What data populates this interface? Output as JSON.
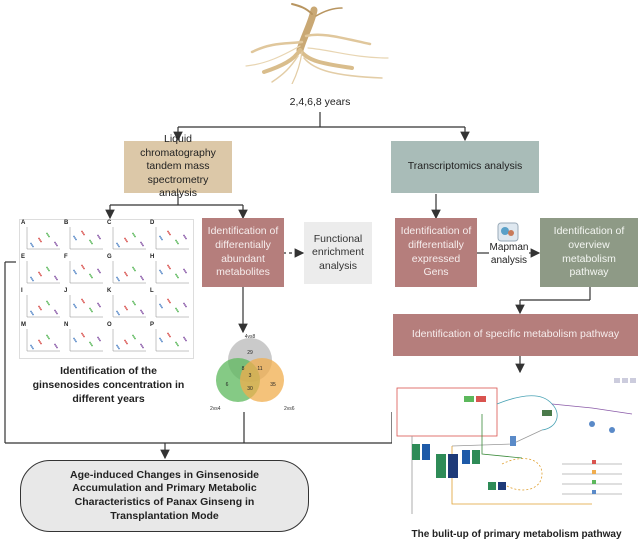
{
  "years_label": "2,4,6,8 years",
  "lcms_label": "Liquid chromatography tandem mass spectrometry analysis",
  "transcriptomics_label": "Transcriptomics analysis",
  "diff_metabolites_label": "Identification of differentially abundant metabolites",
  "functional_label": "Functional enrichment analysis",
  "diff_genes_label": "Identification of differentially expressed Gens",
  "mapman_label": "Mapman analysis",
  "overview_label": "Identification of overview metabolism pathway",
  "specific_label": "Identification of specific metabolism pathway",
  "ginsenoside_caption": "Identification of the ginsenosides concentration in different years",
  "pathway_caption": "The bulit-up of primary metabolism pathway",
  "final_label": "Age-induced Changes in Ginsenoside Accumulation and Primary Metabolic Characteristics of Panax Ginseng in Transplantation Mode",
  "panel_letters": [
    "A",
    "B",
    "C",
    "D",
    "E",
    "F",
    "G",
    "H",
    "I",
    "J",
    "K",
    "L",
    "M",
    "N",
    "O",
    "P"
  ],
  "venn": {
    "labels": [
      "4vs8",
      "2vs4",
      "2vs6"
    ],
    "numbers": [
      "29",
      "8",
      "11",
      "3",
      "6",
      "30",
      "35"
    ],
    "colors": [
      "#b8b8b8",
      "#5cb85c",
      "#f0ad4e"
    ]
  },
  "colors": {
    "arrow": "#333333",
    "tan": "#dcc8a8",
    "sage": "#a9bcb8",
    "rose": "#b57e7c",
    "olive": "#8e9a86"
  }
}
